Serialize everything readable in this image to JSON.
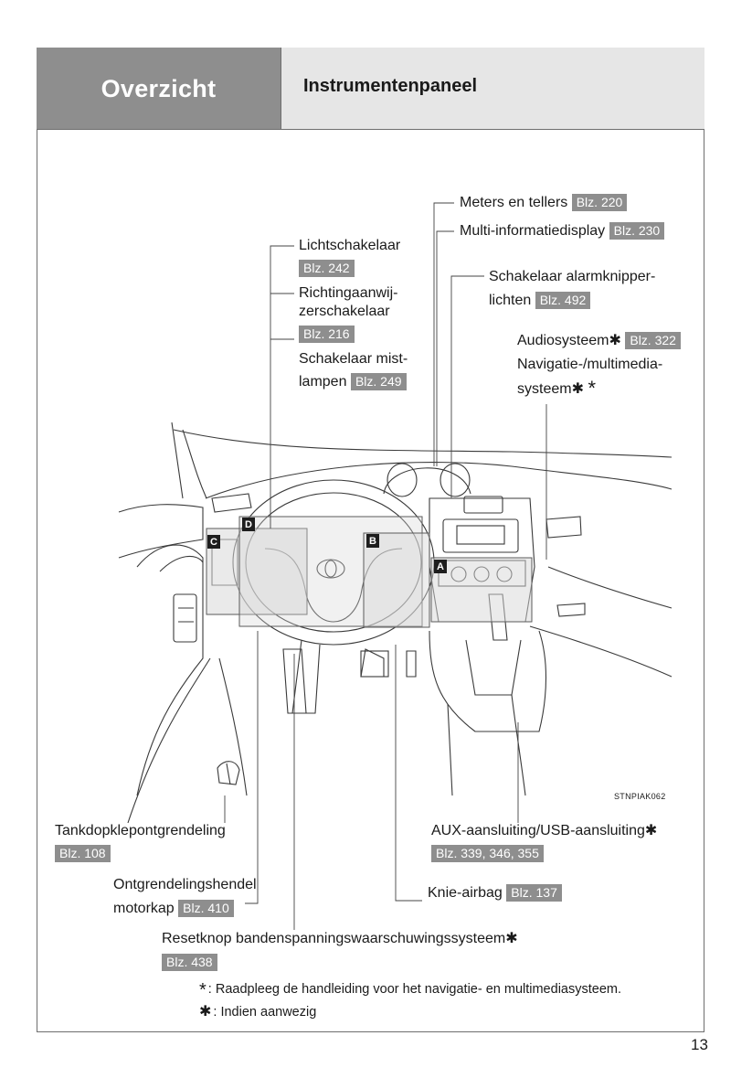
{
  "header": {
    "section": "Overzicht",
    "title": "Instrumentenpaneel"
  },
  "labels": {
    "meters": {
      "text": "Meters en tellers",
      "ref": "Blz. 220"
    },
    "multiinfo": {
      "text": "Multi-informatiedisplay",
      "ref": "Blz. 230"
    },
    "licht": {
      "text": "Lichtschakelaar",
      "ref": "Blz. 242"
    },
    "richting_1": "Richtingaanwij-",
    "richting_2": "zerschakelaar",
    "richting_ref": "Blz. 216",
    "mist_1": "Schakelaar mist-",
    "mist_2": "lampen",
    "mist_ref": "Blz. 249",
    "alarm_1": "Schakelaar alarmknipper-",
    "alarm_2": "lichten",
    "alarm_ref": "Blz. 492",
    "audio": "Audiosysteem",
    "audio_star": "✱",
    "audio_ref": "Blz. 322",
    "navi_1": "Navigatie-/multimedia-",
    "navi_2": "systeem",
    "navi_star": "✱",
    "navi_star2": "*",
    "tank": {
      "text": "Tankdopklepontgrendeling",
      "ref": "Blz. 108"
    },
    "motorkap_1": "Ontgrendelingshendel",
    "motorkap_2": "motorkap",
    "motorkap_ref": "Blz. 410",
    "aux": "AUX-aansluiting/USB-aansluiting",
    "aux_star": "✱",
    "aux_ref": "Blz. 339, 346, 355",
    "knie": {
      "text": "Knie-airbag",
      "ref": "Blz. 137"
    },
    "reset": "Resetknop bandenspanningswaarschuwingssysteem",
    "reset_star": "✱",
    "reset_ref": "Blz. 438"
  },
  "badges": {
    "a": "A",
    "b": "B",
    "c": "C",
    "d": "D"
  },
  "image_code": "STNPIAK062",
  "notes": [
    {
      "mark": "*",
      "text": ": Raadpleeg de handleiding voor het navigatie- en multimediasysteem."
    },
    {
      "mark": "✱",
      "text": ": Indien aanwezig"
    }
  ],
  "page_number": "13"
}
